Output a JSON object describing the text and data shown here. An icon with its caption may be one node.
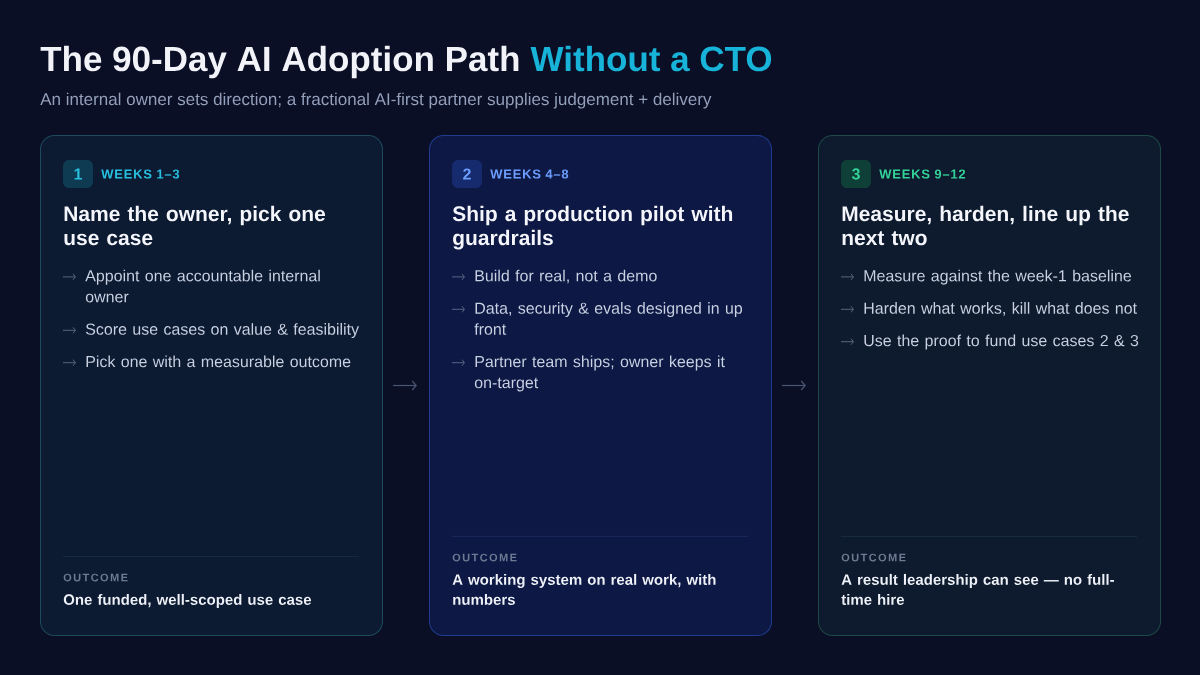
{
  "diagram": {
    "title": "The 90-Day AI Adoption Path",
    "nodes": [
      {
        "text": [
          "WEEKS 1–3",
          "Name the owner, pick one use case",
          "Appoint one accountable internal owner",
          "Score use cases on value & feasibility",
          "Pick one with a measurable outcome",
          "OUTCOME",
          "One funded, well-scoped use case"
        ]
      },
      {
        "text": [
          "1"
        ],
        "in": 0
      },
      {
        "text": [
          "WEEKS 4–8",
          "Ship a production pilot with guardrails",
          "Build for real, not a demo",
          "Data, security & evals designed in up front",
          "Partner team ships; owner keeps it on-target",
          "OUTCOME",
          "A working system on real work, with numbers"
        ]
      },
      {
        "text": [
          "2"
        ],
        "in": 2
      },
      {
        "text": [
          "WEEKS 9–12",
          "Measure, harden, line up the next two",
          "Measure against the week-1 baseline",
          "Harden what works, kill what does not",
          "Use the proof to fund use cases 2 & 3",
          "OUTCOME",
          "A result leadership can see — no full-time hire"
        ]
      },
      {
        "text": [
          "3"
        ],
        "in": 4
      }
    ],
    "edges": [
      {
        "from": 0,
        "to": 2,
        "arrow": "to"
      },
      {
        "from": 2,
        "to": 4,
        "arrow": "to"
      }
    ],
    "labels": [
      "Without a CTO",
      "An internal owner sets direction; a fractional AI-first partner supplies judgement + delivery"
    ]
  }
}
